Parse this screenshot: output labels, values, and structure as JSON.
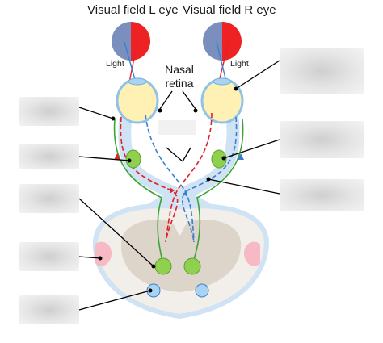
{
  "diagram": {
    "title_left": "Visual field L eye",
    "title_right": "Visual field R eye",
    "light_left": "Light",
    "light_right": "Light",
    "nasal_line1": "Nasal",
    "nasal_line2": "retina",
    "colors": {
      "field_blue": "#7b8fbf",
      "field_red": "#ee2222",
      "eyeball": "#fff1b3",
      "eye_outline": "#8fc3e8",
      "ganglion_green": "#8fd14f",
      "nucleus_pink": "#f7b9c4",
      "brain_tan": "#e2dbd2",
      "red_pathway": "#e0202a",
      "blue_pathway": "#3a7fd0",
      "green_pathway": "#3aa535",
      "label_box": "#e6e6e6"
    }
  }
}
